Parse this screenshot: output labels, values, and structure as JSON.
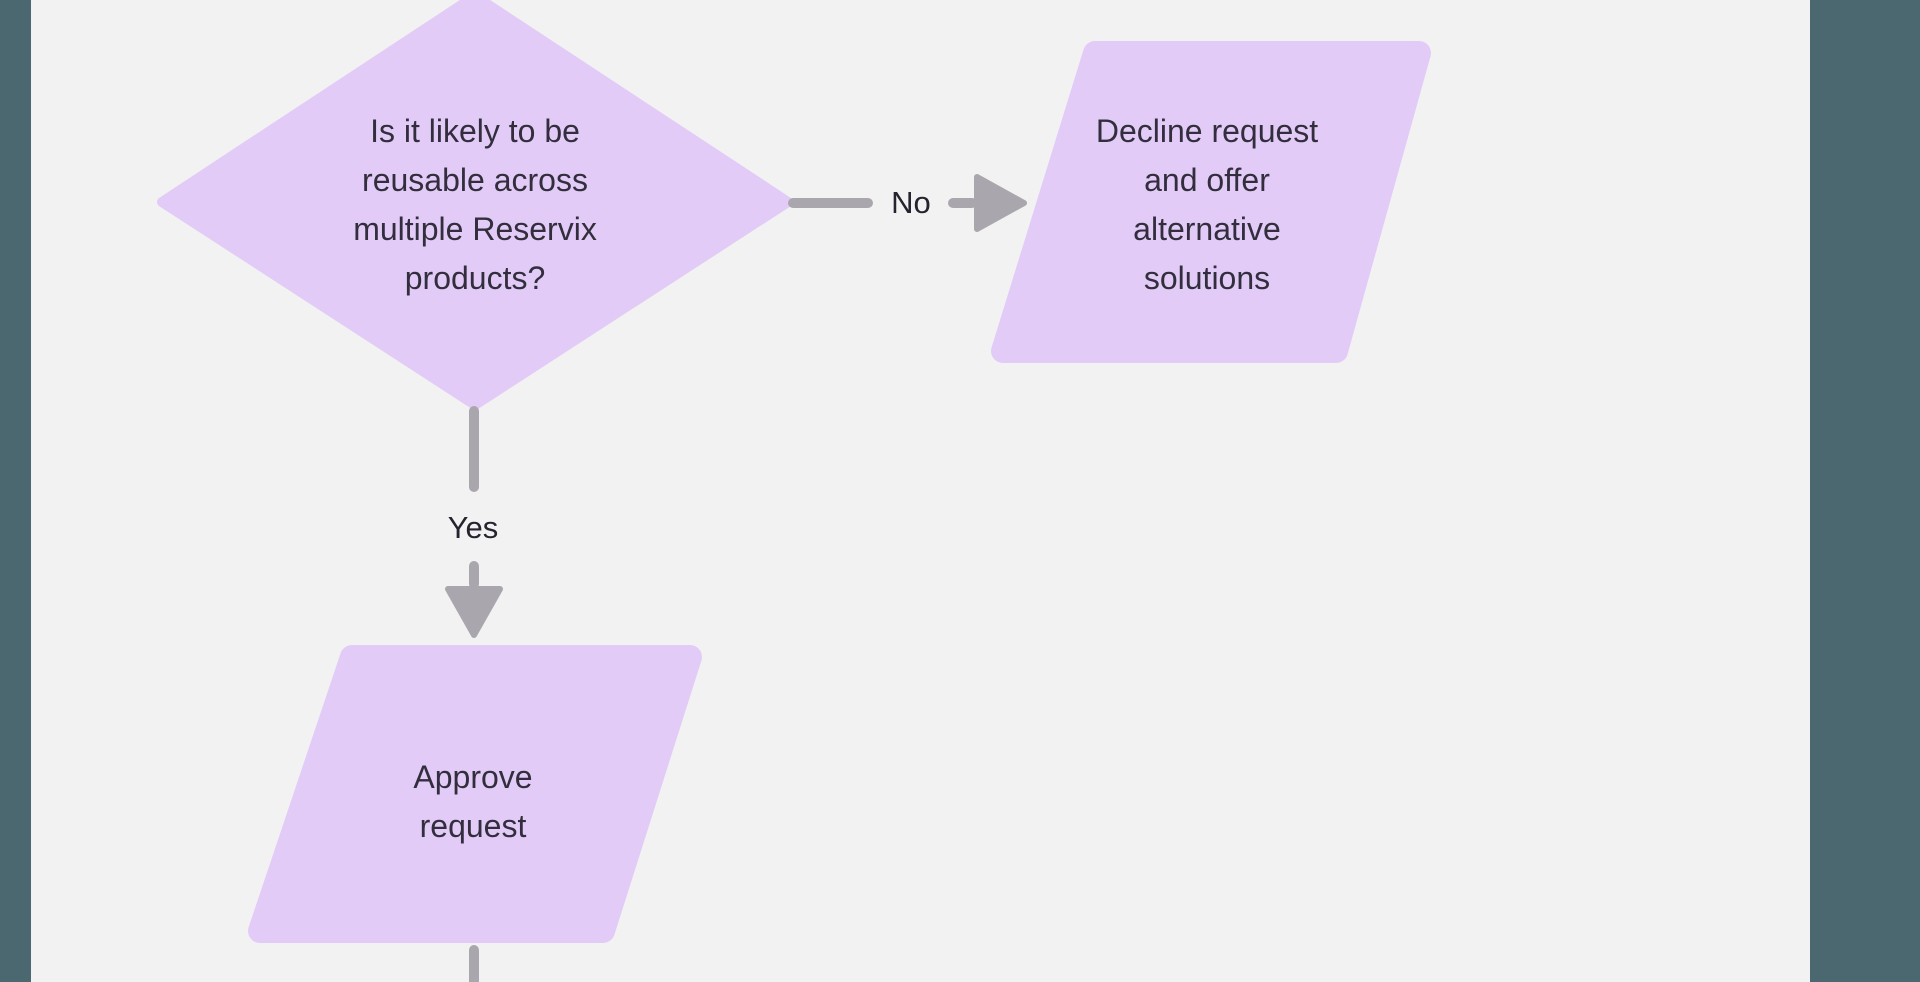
{
  "app": {
    "canvas_background": "#f2f2f2",
    "left_rail_color": "#4b6770",
    "right_rail_color": "#4b6770"
  },
  "colors": {
    "node_fill": "#e2ccf7",
    "connector": "#a9a7ad",
    "node_text": "#332e3d",
    "label_text": "#26222e"
  },
  "flowchart": {
    "nodes": [
      {
        "id": "decision",
        "type": "diamond",
        "lines": [
          "Is it likely to be",
          "reusable across",
          "multiple Reservix",
          "products?"
        ]
      },
      {
        "id": "decline",
        "type": "parallelogram",
        "lines": [
          "Decline request",
          "and offer",
          "alternative",
          "solutions"
        ]
      },
      {
        "id": "approve",
        "type": "parallelogram",
        "lines": [
          "Approve",
          "request"
        ]
      }
    ],
    "edges": [
      {
        "from": "decision",
        "to": "decline",
        "direction": "right",
        "label": "No"
      },
      {
        "from": "decision",
        "to": "approve",
        "direction": "down",
        "label": "Yes"
      },
      {
        "from": "approve",
        "to": "offscreen-below",
        "direction": "down",
        "label": ""
      }
    ]
  }
}
